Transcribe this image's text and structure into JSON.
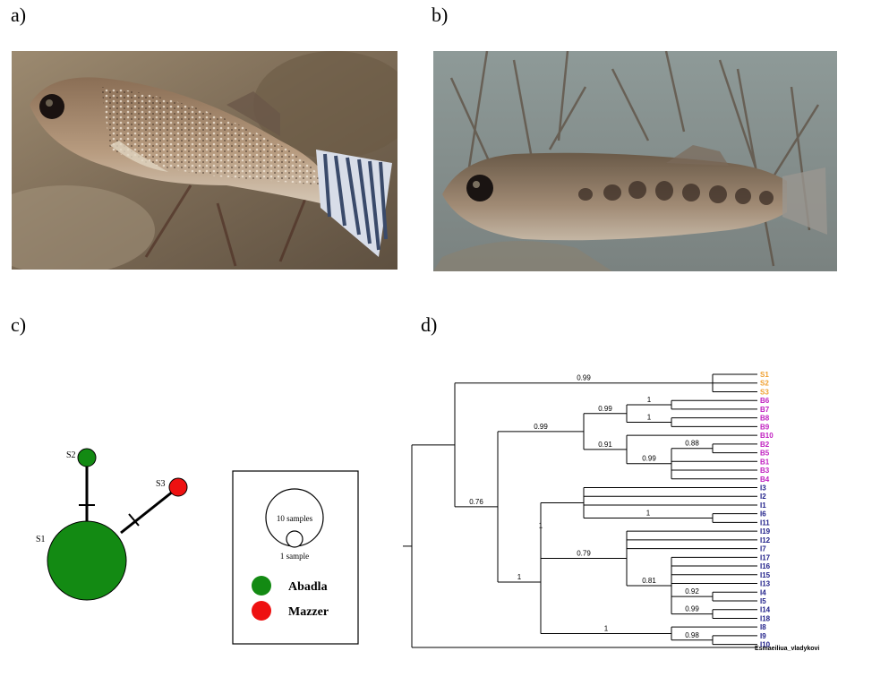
{
  "panels": {
    "a": {
      "label": "a)"
    },
    "b": {
      "label": "b)"
    },
    "c": {
      "label": "c)"
    },
    "d": {
      "label": "d)"
    }
  },
  "network": {
    "nodes": [
      {
        "id": "S1",
        "label": "S1",
        "samples": 10,
        "population": "Abadla"
      },
      {
        "id": "S2",
        "label": "S2",
        "samples": 1,
        "population": "Abadla"
      },
      {
        "id": "S3",
        "label": "S3",
        "samples": 1,
        "population": "Mazzer"
      }
    ],
    "legend": {
      "big_circle_label": "10 samples",
      "small_circle_label": "1 sample",
      "items": [
        {
          "label": "Abadla",
          "color": "#138a13"
        },
        {
          "label": "Mazzer",
          "color": "#ee1111"
        }
      ]
    }
  },
  "tree": {
    "support_values": [
      "0.99",
      "0.99",
      "1",
      "1",
      "0.99",
      "0.91",
      "0.88",
      "0.99",
      "0.76",
      "1",
      "1",
      "0.79",
      "1",
      "0.81",
      "0.92",
      "0.99",
      "1",
      "0.98"
    ],
    "outgroup": "Esmaeiliua_vladykovi",
    "taxa": [
      {
        "name": "S1",
        "color": "#f0a030"
      },
      {
        "name": "S2",
        "color": "#f0a030"
      },
      {
        "name": "S3",
        "color": "#f0a030"
      },
      {
        "name": "B6",
        "color": "#c020c0"
      },
      {
        "name": "B7",
        "color": "#c020c0"
      },
      {
        "name": "B8",
        "color": "#c020c0"
      },
      {
        "name": "B9",
        "color": "#c020c0"
      },
      {
        "name": "B10",
        "color": "#c020c0"
      },
      {
        "name": "B2",
        "color": "#c020c0"
      },
      {
        "name": "B5",
        "color": "#c020c0"
      },
      {
        "name": "B1",
        "color": "#c020c0"
      },
      {
        "name": "B3",
        "color": "#c020c0"
      },
      {
        "name": "B4",
        "color": "#c020c0"
      },
      {
        "name": "I3",
        "color": "#20208a"
      },
      {
        "name": "I2",
        "color": "#20208a"
      },
      {
        "name": "I1",
        "color": "#20208a"
      },
      {
        "name": "I6",
        "color": "#20208a"
      },
      {
        "name": "I11",
        "color": "#20208a"
      },
      {
        "name": "I19",
        "color": "#20208a"
      },
      {
        "name": "I12",
        "color": "#20208a"
      },
      {
        "name": "I7",
        "color": "#20208a"
      },
      {
        "name": "I17",
        "color": "#20208a"
      },
      {
        "name": "I16",
        "color": "#20208a"
      },
      {
        "name": "I15",
        "color": "#20208a"
      },
      {
        "name": "I13",
        "color": "#20208a"
      },
      {
        "name": "I4",
        "color": "#20208a"
      },
      {
        "name": "I5",
        "color": "#20208a"
      },
      {
        "name": "I14",
        "color": "#20208a"
      },
      {
        "name": "I18",
        "color": "#20208a"
      },
      {
        "name": "I8",
        "color": "#20208a"
      },
      {
        "name": "I9",
        "color": "#20208a"
      },
      {
        "name": "I10",
        "color": "#20208a"
      }
    ]
  }
}
